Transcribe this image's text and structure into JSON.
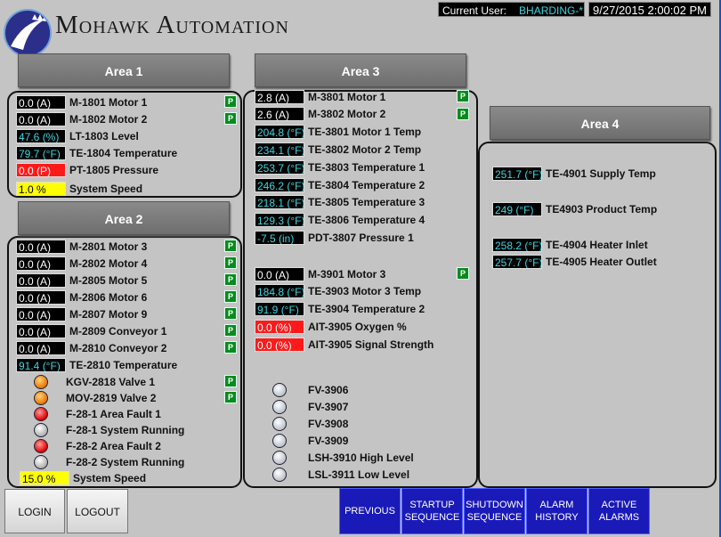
{
  "header": {
    "company": "Mohawk Automation",
    "current_user_label": "Current User:",
    "current_user": "BHARDING-*",
    "datetime": "9/27/2015 2:00:02 PM"
  },
  "area1": {
    "title": "Area 1",
    "rows": [
      {
        "value": "0.0 (A)",
        "label": "M-1801 Motor 1",
        "p": "P"
      },
      {
        "value": "0.0 (A)",
        "label": "M-1802 Motor 2",
        "p": "P"
      },
      {
        "value": "47.6 (%)",
        "label": "LT-1803 Level"
      },
      {
        "value": "79.7 (°F)",
        "label": "TE-1804 Temperature"
      },
      {
        "value": "0.0 (P)",
        "label": "PT-1805 Pressure"
      },
      {
        "value": "1.0 %",
        "label": "System Speed"
      }
    ]
  },
  "area2": {
    "title": "Area 2",
    "rows": [
      {
        "value": "0.0 (A)",
        "label": "M-2801 Motor 3",
        "p": "P"
      },
      {
        "value": "0.0 (A)",
        "label": "M-2802 Motor 4",
        "p": "P"
      },
      {
        "value": "0.0 (A)",
        "label": "M-2805 Motor 5",
        "p": "P"
      },
      {
        "value": "0.0 (A)",
        "label": "M-2806 Motor 6",
        "p": "P"
      },
      {
        "value": "0.0 (A)",
        "label": "M-2807 Motor 9",
        "p": "P"
      },
      {
        "value": "0.0 (A)",
        "label": "M-2809 Conveyor 1",
        "p": "P"
      },
      {
        "value": "0.0 (A)",
        "label": "M-2810 Conveyor 2",
        "p": "P"
      },
      {
        "value": "91.4 (°F)",
        "label": "TE-2810 Temperature"
      }
    ],
    "lamps": [
      {
        "label": "KGV-2818 Valve 1",
        "color": "#e87700",
        "p": "P"
      },
      {
        "label": "MOV-2819 Valve 2",
        "color": "#e87700",
        "p": "P"
      },
      {
        "label": "F-28-1 Area Fault 1",
        "color": "#e00000"
      },
      {
        "label": "F-28-1 System Running",
        "color": "#b0b0b0"
      },
      {
        "label": "F-28-2 Area Fault 2",
        "color": "#e00000"
      },
      {
        "label": "F-28-2 System Running",
        "color": "#b0b0b0"
      }
    ],
    "speed": {
      "value": "15.0 %",
      "label": "System Speed"
    }
  },
  "area3": {
    "title": "Area 3",
    "rows": [
      {
        "value": "2.8 (A)",
        "label": "M-3801 Motor 1",
        "p": "P"
      },
      {
        "value": "2.6 (A)",
        "label": "M-3802 Motor 2",
        "p": "P"
      },
      {
        "value": "204.8 (°F)",
        "label": "TE-3801 Motor 1 Temp"
      },
      {
        "value": "234.1 (°F)",
        "label": "TE-3802 Motor 2 Temp"
      },
      {
        "value": "253.7 (°F)",
        "label": "TE-3803 Temperature 1"
      },
      {
        "value": "246.2 (°F)",
        "label": "TE-3804 Temperature 2"
      },
      {
        "value": "218.1 (°F)",
        "label": "TE-3805 Temperature 3"
      },
      {
        "value": "129.3 (°F)",
        "label": "TE-3806 Temperature 4"
      },
      {
        "value": "-7.5 (in)",
        "label": "PDT-3807 Pressure 1"
      }
    ],
    "rows2": [
      {
        "value": "0.0 (A)",
        "label": "M-3901 Motor 3",
        "p": "P"
      },
      {
        "value": "184.8 (°F)",
        "label": "TE-3903 Motor 3 Temp"
      },
      {
        "value": "91.9 (°F)",
        "label": "TE-3904 Temperature 2"
      },
      {
        "value": "0.0 (%)",
        "label": "AIT-3905 Oxygen %"
      },
      {
        "value": "0.0 (%)",
        "label": "AIT-3905 Signal Strength"
      }
    ],
    "lamps": [
      {
        "label": "FV-3906"
      },
      {
        "label": "FV-3907"
      },
      {
        "label": "FV-3908"
      },
      {
        "label": "FV-3909"
      },
      {
        "label": "LSH-3910 High Level"
      },
      {
        "label": "LSL-3911 Low Level"
      }
    ]
  },
  "area4": {
    "title": "Area 4",
    "rows": [
      {
        "value": "251.7 (°F)",
        "label": "TE-4901 Supply Temp"
      },
      {
        "value": "249 (°F)",
        "label": "TE4903 Product Temp"
      },
      {
        "value": "258.2 (°F)",
        "label": "TE-4904 Heater Inlet"
      },
      {
        "value": "257.7 (°F)",
        "label": "TE-4905 Heater Outlet"
      }
    ]
  },
  "footer": {
    "login": "LOGIN",
    "logout": "LOGOUT",
    "previous": "PREVIOUS",
    "startup_1": "STARTUP",
    "startup_2": "SEQUENCE",
    "shutdown_1": "SHUTDOWN",
    "shutdown_2": "SEQUENCE",
    "alarm_history_1": "ALARM",
    "alarm_history_2": "HISTORY",
    "active_alarms_1": "ACTIVE",
    "active_alarms_2": "ALARMS"
  }
}
